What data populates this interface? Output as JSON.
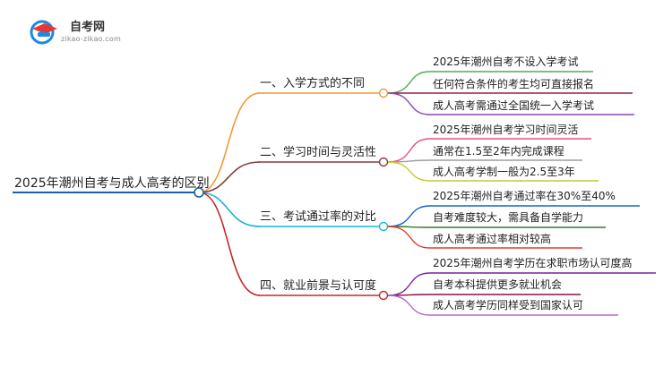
{
  "logo": {
    "title": "自考网",
    "url": "zikao-zikao.com",
    "colors": {
      "primary": "#1e88e5",
      "accent": "#e53935"
    }
  },
  "mindmap": {
    "root": "2025年潮州自考与成人高考的区别",
    "root_color": "#1f5fa8",
    "branches": [
      {
        "label": "一、入学方式的不同",
        "color": "#f29a2e",
        "leaves": [
          {
            "text": "2025年潮州自考不设入学考试",
            "color": "#4caf50"
          },
          {
            "text": "任何符合条件的考生均可直接报名",
            "color": "#9c1e4a"
          },
          {
            "text": "成人高考需通过全国统一入学考试",
            "color": "#8e44ad"
          }
        ]
      },
      {
        "label": "二、学习时间与灵活性",
        "color": "#8b3a3a",
        "leaves": [
          {
            "text": "2025年潮州自考学习时间灵活",
            "color": "#e84f8c"
          },
          {
            "text": "通常在1.5至2年内完成课程",
            "color": "#9e9e9e"
          },
          {
            "text": "成人高考学制一般为2.5至3年",
            "color": "#c0ca33"
          }
        ]
      },
      {
        "label": "三、考试通过率的对比",
        "color": "#17b7d6",
        "leaves": [
          {
            "text": "2025年潮州自考通过率在30%至40%",
            "color": "#1565c0"
          },
          {
            "text": "自考难度较大，需具备自学能力",
            "color": "#2e7d32"
          },
          {
            "text": "成人高考通过率相对较高",
            "color": "#e53935"
          }
        ]
      },
      {
        "label": "四、就业前景与认可度",
        "color": "#c62828",
        "leaves": [
          {
            "text": "2025年潮州自考学历在求职市场认可度高",
            "color": "#7b1fa2"
          },
          {
            "text": "自考本科提供更多就业机会",
            "color": "#880e4f"
          },
          {
            "text": "成人高考学历同样受到国家认可",
            "color": "#ba68c8"
          }
        ]
      }
    ]
  }
}
